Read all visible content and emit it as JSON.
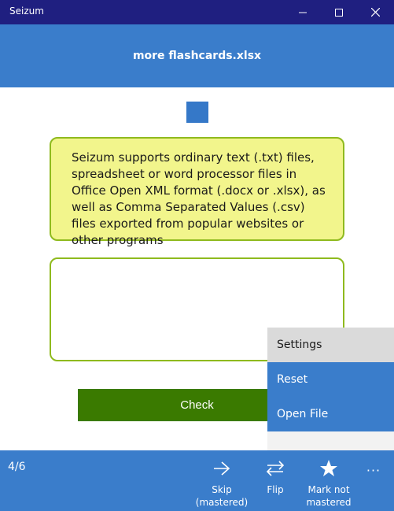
{
  "window": {
    "title": "Seizum"
  },
  "header": {
    "file_title": "more flashcards.xlsx"
  },
  "card": {
    "text": "Seizum supports ordinary text (.txt) files, spreadsheet or word processor files in Office Open XML format (.docx or .xlsx), as well as Comma Separated Values (.csv) files exported from popular websites or other programs"
  },
  "answer": {
    "value": ""
  },
  "check_label": "Check",
  "menu": {
    "items": [
      {
        "label": "Settings"
      },
      {
        "label": "Reset"
      },
      {
        "label": "Open File"
      }
    ]
  },
  "appbar": {
    "progress": "4/6",
    "skip_label": "Skip\n(mastered)",
    "flip_label": "Flip",
    "mark_label": "Mark not\nmastered",
    "more_label": "···"
  },
  "colors": {
    "titlebar": "#1f1f80",
    "accent": "#3a7dcb",
    "card_bg": "#f2f58c",
    "card_border": "#8fba1e",
    "check_bg": "#3a7a00"
  }
}
